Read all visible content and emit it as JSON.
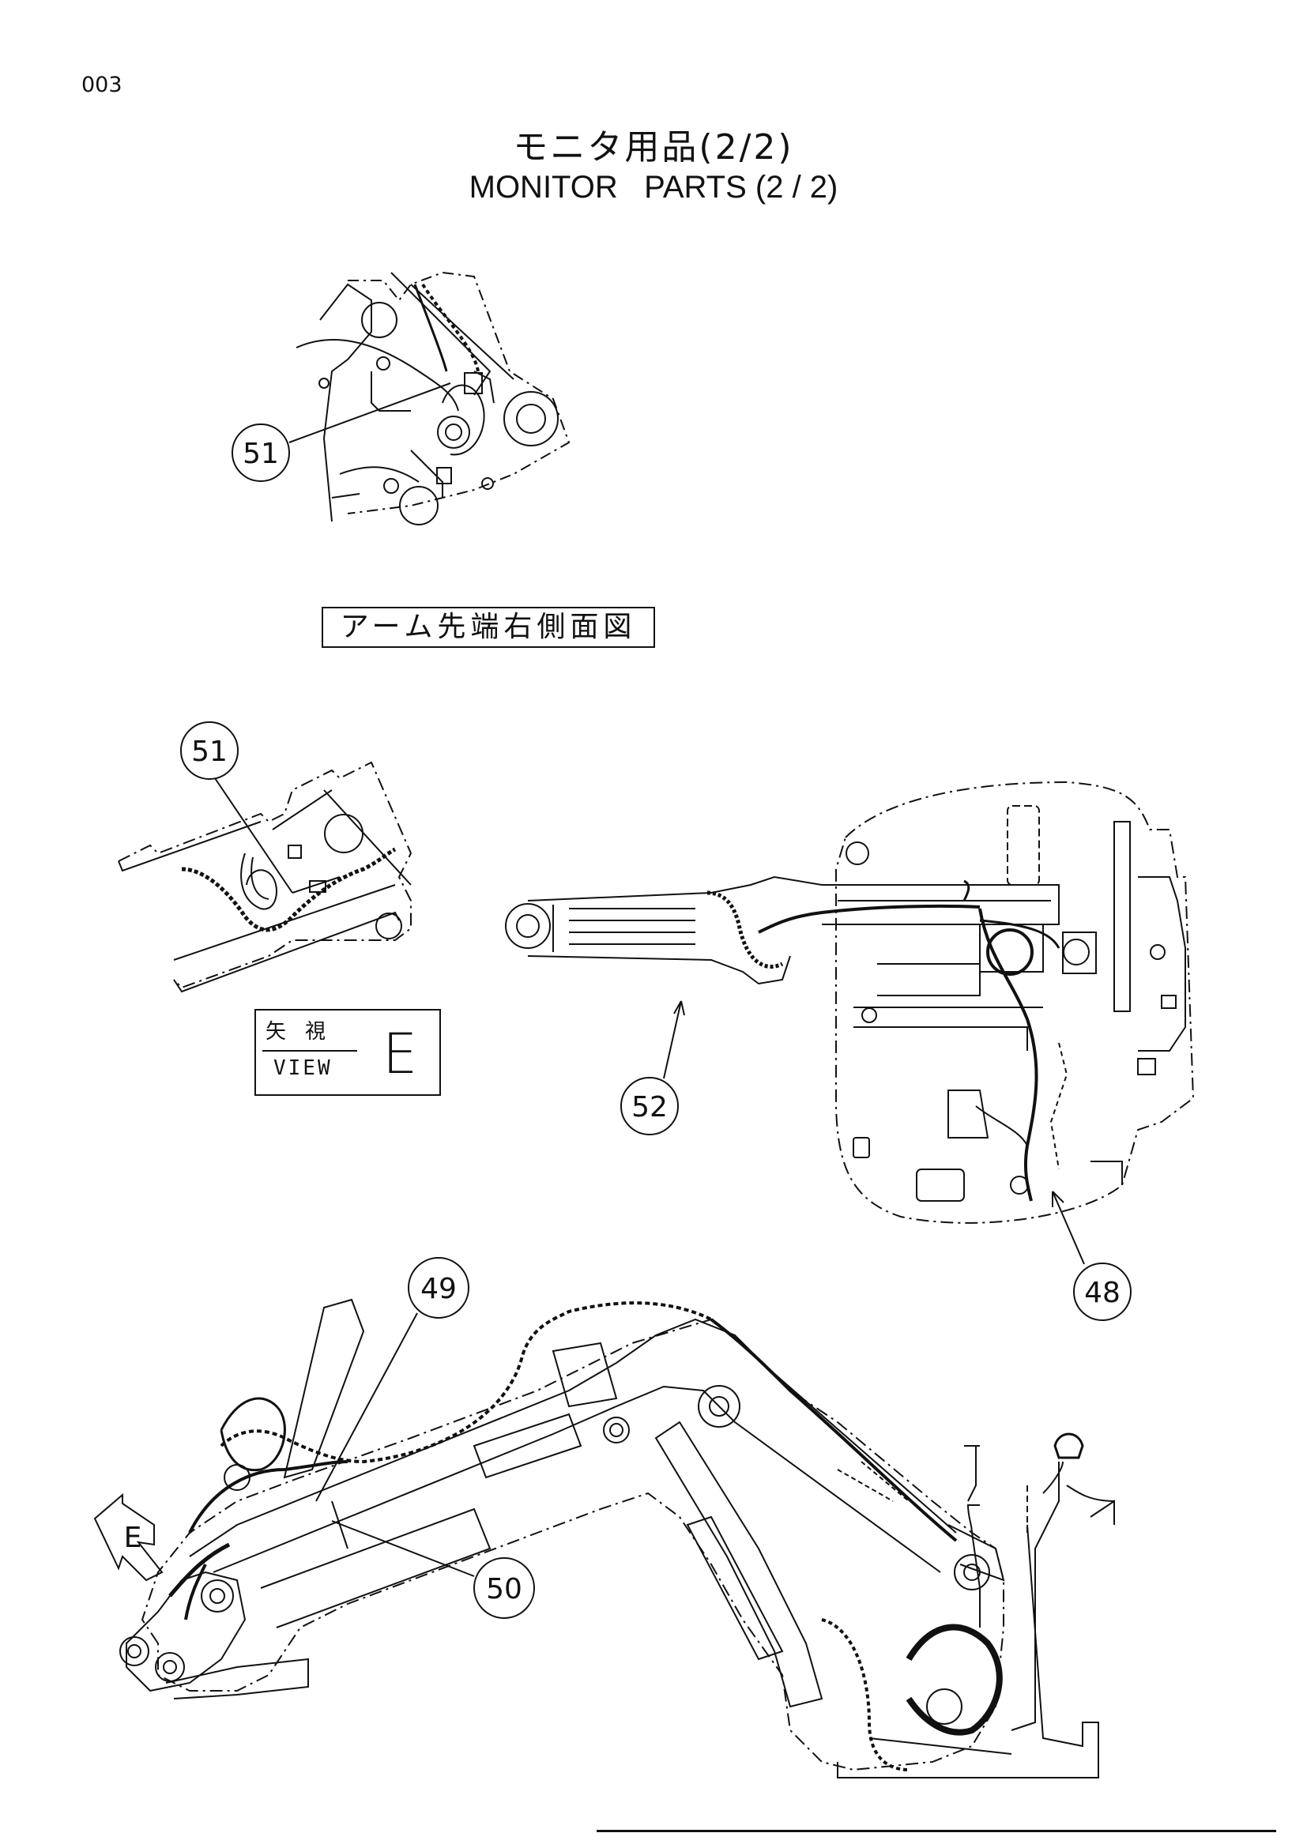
{
  "page_number": "003",
  "title_ja": "モニタ用品(2/2)",
  "title_en": "MONITOR   PARTS (2 / 2)",
  "caption_arm_tip": "アーム先端右側面図",
  "view_label": {
    "ja": "矢視",
    "en": "VIEW",
    "letter": "E"
  },
  "arrow_letter": "E",
  "callouts": {
    "c51_top": "51",
    "c51_view": "51",
    "c52": "52",
    "c48": "48",
    "c49": "49",
    "c50": "50"
  }
}
